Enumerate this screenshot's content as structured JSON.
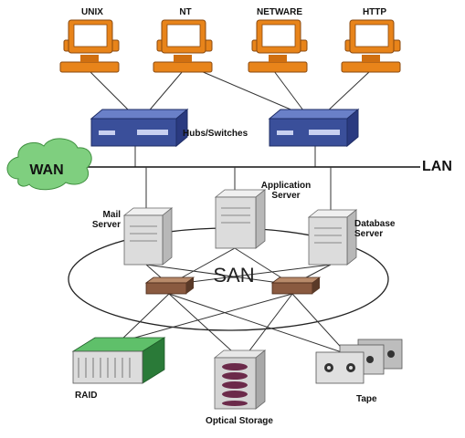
{
  "clients": [
    {
      "name": "UNIX"
    },
    {
      "name": "NT"
    },
    {
      "name": "NETWARE"
    },
    {
      "name": "HTTP"
    }
  ],
  "network": {
    "hubs_label": "Hubs/Switches",
    "wan_label": "WAN",
    "lan_label": "LAN",
    "san_label": "SAN"
  },
  "servers": {
    "mail_line1": "Mail",
    "mail_line2": "Server",
    "app_line1": "Application",
    "app_line2": "Server",
    "db_line1": "Database",
    "db_line2": "Server"
  },
  "storage": {
    "raid_label": "RAID",
    "optical_label": "Optical Storage",
    "tape_label": "Tape"
  },
  "colors": {
    "monitor_orange": "#e8841a",
    "screen_white": "#ffffff",
    "switch_blue": "#3a4f9a",
    "wan_cloud": "#7fcf7f",
    "server_gray": "#dcdcdc",
    "raid_green": "#3a9a4a",
    "optical_purple": "#6b2a4a",
    "san_switch_brown": "#8a5a40"
  }
}
